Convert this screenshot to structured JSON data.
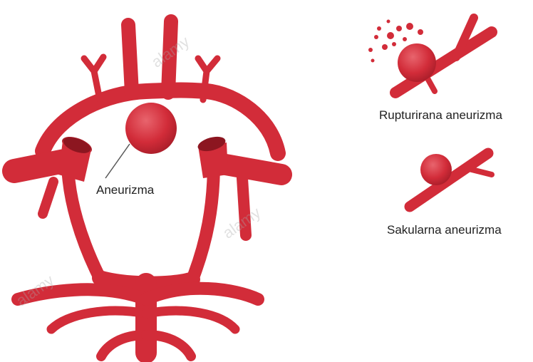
{
  "labels": {
    "main_aneurysm": "Aneurizma",
    "ruptured_aneurysm": "Rupturirana aneurizma",
    "saccular_aneurysm": "Sakularna aneurizma"
  },
  "watermark": "alamy",
  "colors": {
    "vessel": "#d22c39",
    "vessel_dark": "#a81d29",
    "vessel_highlight": "#e8646d",
    "background": "#ffffff",
    "text": "#222222"
  }
}
